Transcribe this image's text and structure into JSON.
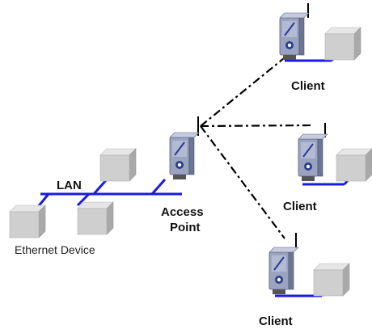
{
  "diagram": {
    "labels": {
      "lan": "LAN",
      "access_point_line1": "Access",
      "access_point_line2": "Point",
      "ethernet_device": "Ethernet Device",
      "client_top": "Client",
      "client_middle": "Client",
      "client_bottom": "Client"
    },
    "colors": {
      "network_line": "#1a1ae6",
      "wireless_link": "#000000",
      "device_front": "#cfcfcf",
      "device_side": "#a9a9a9",
      "device_top": "#e6e6e6",
      "radio_body": "#8f9bb8",
      "radio_accent": "#2b3c8f"
    }
  }
}
